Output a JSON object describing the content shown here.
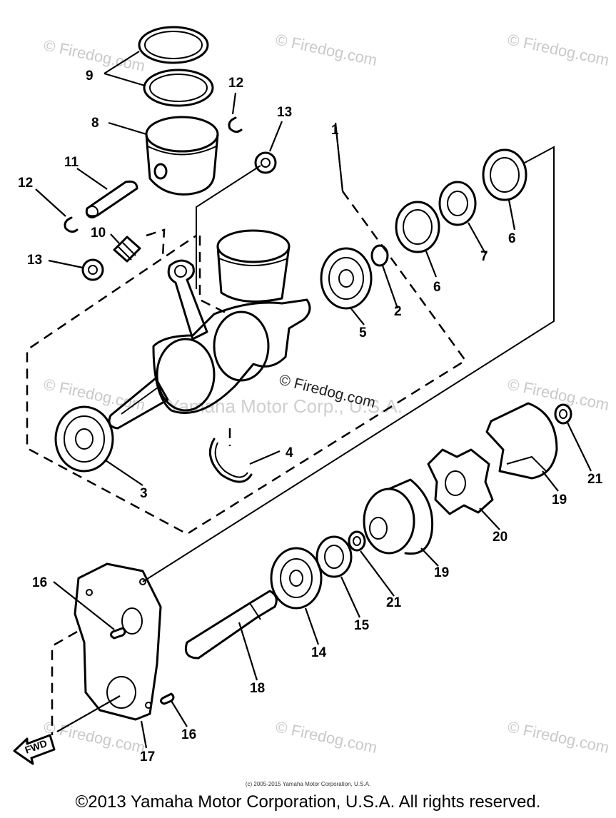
{
  "diagram": {
    "watermark": "© Firedog.com",
    "watermark_center": "© Firedog.com",
    "watermark_faint": "Yamaha Motor Corp., U.S.A.",
    "fwd_label": "FWD",
    "callouts": {
      "c1": "1",
      "c2": "2",
      "c3": "3",
      "c4": "4",
      "c5": "5",
      "c6a": "6",
      "c6b": "6",
      "c7": "7",
      "c8": "8",
      "c9": "9",
      "c10": "10",
      "c11": "11",
      "c12a": "12",
      "c12b": "12",
      "c13a": "13",
      "c13b": "13",
      "c14": "14",
      "c15": "15",
      "c16a": "16",
      "c16b": "16",
      "c17": "17",
      "c18": "18",
      "c19a": "19",
      "c19b": "19",
      "c20": "20",
      "c21a": "21",
      "c21b": "21"
    }
  },
  "footer": {
    "small_copyright": "(c) 2005-2015 Yamaha Motor Corporation, U.S.A.",
    "copyright": "©2013 Yamaha Motor Corporation, U.S.A. All rights reserved."
  }
}
